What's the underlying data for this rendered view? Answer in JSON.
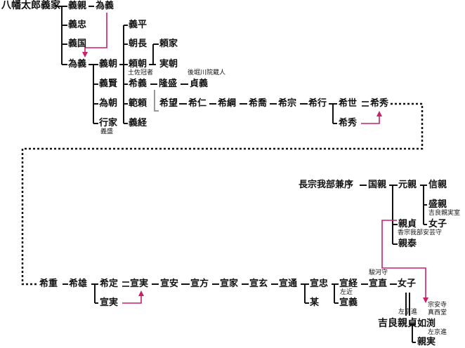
{
  "colors": {
    "line": "#111111",
    "adoption": "#cc1f6a",
    "grey": "#9a9a9a"
  },
  "nodes": {
    "hachiman_taro": "八幡太郎義家",
    "yoshichika": "義親",
    "tameyoshi_top": "為義",
    "yoshitada": "義忠",
    "yoshikuni": "義国",
    "tameyoshi": "為義",
    "yoshitomo": "義朝",
    "yoshikata": "義賢",
    "tametomo": "為朝",
    "yukiie": "行家",
    "yoshihira": "義平",
    "tomonaga": "朝長",
    "yoritomo": "頼朝",
    "marenori": "希義",
    "noriyori": "範頼",
    "yoshitsune": "義経",
    "yoriie": "頼家",
    "sanetomo": "実朝",
    "takamori": "隆盛",
    "sadayoshi": "貞義",
    "kibou": "希望",
    "kijin": "希仁",
    "kikou": "希綱",
    "kikyou": "希喬",
    "kisou": "希宗",
    "kikou2": "希行",
    "kisei": "希世",
    "kishu": "希秀",
    "kishu2": "希秀",
    "kiju": "希重",
    "kiyuu": "希雄",
    "kitei": "希定",
    "nobuzane": "宣実",
    "nobuzane2": "宣実",
    "senan": "宣安",
    "senpou": "宣方",
    "senka": "宣家",
    "sengen": "宣玄",
    "sentsuu": "宣通",
    "senchuu": "宣忠",
    "senkei": "宣経",
    "senchoku": "宣直",
    "musume": "女子",
    "bou": "某",
    "sengi": "宣義",
    "chosokabe": "長宗我部兼序",
    "kunichika": "国親",
    "motochika": "元親",
    "nobuchika": "信親",
    "morichika": "盛親",
    "musume2": "女子",
    "chikasada": "親貞",
    "chikayasu": "親泰",
    "kira_chikasada": "吉良親貞",
    "nyoen": "如渕",
    "chikazane": "親実"
  },
  "annotations": {
    "yoshimori": "義盛",
    "tosa_kanja": "土佐冠者",
    "gohorikawa": "後堀川院蔵人",
    "kira_shitsu": "吉良親実室",
    "aki_no_kami": "香宗我部安芸守",
    "suruga_no_kami": "駿河守",
    "sakon": "左近",
    "sakyo_no_shin": "左京進",
    "soan": "宗安寺",
    "shinsaido": "真西堂",
    "sakyo_no_shin2": "左京進"
  }
}
